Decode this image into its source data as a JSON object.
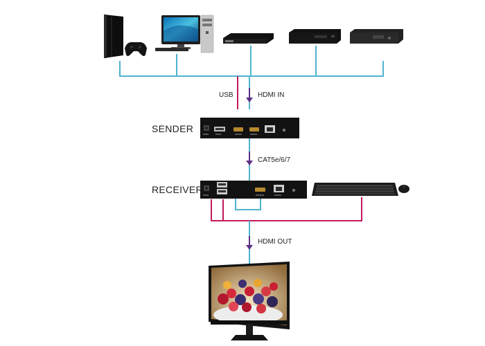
{
  "labels": {
    "usb": "USB",
    "hdmi_in": "HDMI IN",
    "sender": "SENDER",
    "cat": "CAT5e/6/7",
    "receiver": "RECEIVER",
    "hdmi_out": "HDMI OUT"
  },
  "colors": {
    "hdmi_line": "#4fb3cc",
    "usb_line": "#c2185b",
    "arrow": "#5e2f86",
    "device": "#111111"
  }
}
